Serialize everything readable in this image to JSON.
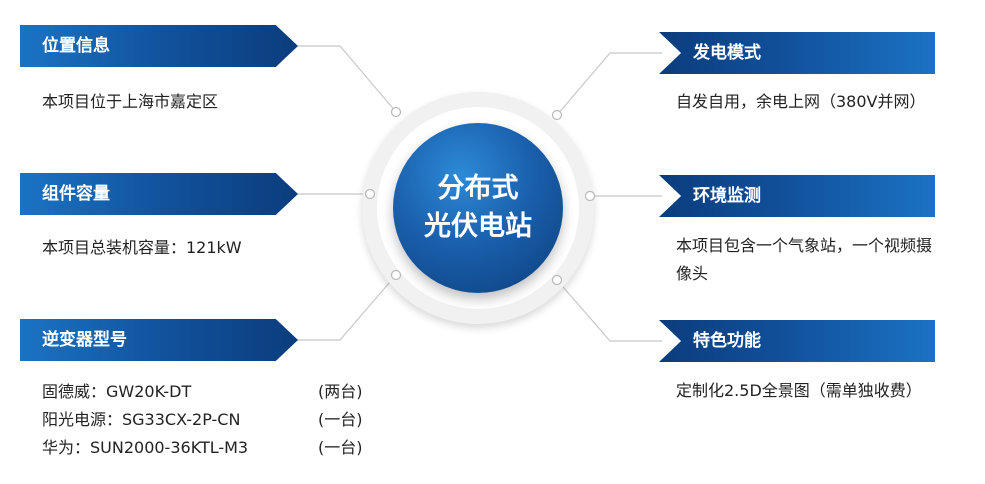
{
  "center": {
    "line1": "分布式",
    "line2": "光伏电站"
  },
  "left": [
    {
      "title": "位置信息",
      "text": "本项目位于上海市嘉定区"
    },
    {
      "title": "组件容量",
      "text": "本项目总装机容量：121kW"
    },
    {
      "title": "逆变器型号",
      "rows": [
        {
          "name": "固德威：GW20K-DT",
          "count": "(两台)"
        },
        {
          "name": "阳光电源：SG33CX-2P-CN",
          "count": "(一台)"
        },
        {
          "name": "华为：SUN2000-36KTL-M3",
          "count": "(一台)"
        }
      ]
    }
  ],
  "right": [
    {
      "title": "发电模式",
      "text": "自发自用，余电上网（380V并网）"
    },
    {
      "title": "环境监测",
      "text": "本项目包含一个气象站，一个视频摄像头"
    },
    {
      "title": "特色功能",
      "text": "定制化2.5D全景图（需单独收费）"
    }
  ],
  "colors": {
    "header_blue_dark": "#0b3d7d",
    "header_blue_light": "#1b73c4",
    "center_blue": "#1a60ad",
    "line_gray": "#c8c8c8"
  }
}
